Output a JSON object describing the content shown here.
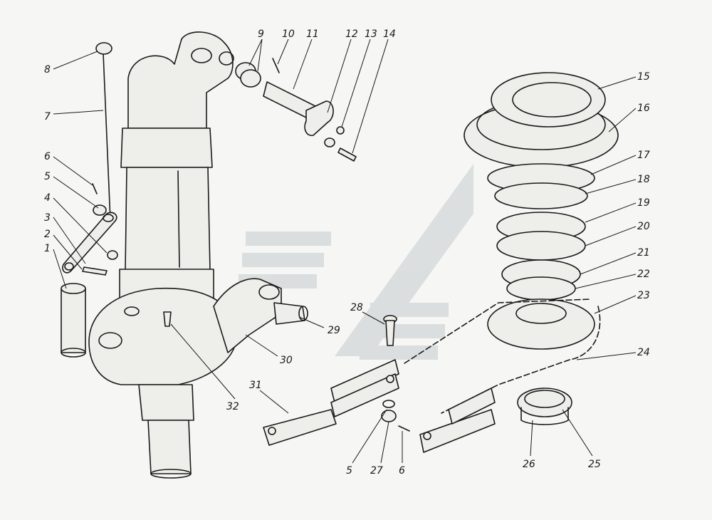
{
  "diagram": {
    "labels": [
      "1",
      "2",
      "3",
      "4",
      "5",
      "6",
      "7",
      "8",
      "9",
      "10",
      "11",
      "12",
      "13",
      "14",
      "15",
      "16",
      "17",
      "18",
      "19",
      "20",
      "21",
      "22",
      "23",
      "24",
      "25",
      "26",
      "27",
      "28",
      "29",
      "30",
      "31",
      "32",
      "5",
      "6"
    ],
    "colors": {
      "ink": "#1a1a1a",
      "paper": "#f6f6f4",
      "shade": "#eeeeea",
      "watermark": "#c9d0d2"
    }
  }
}
